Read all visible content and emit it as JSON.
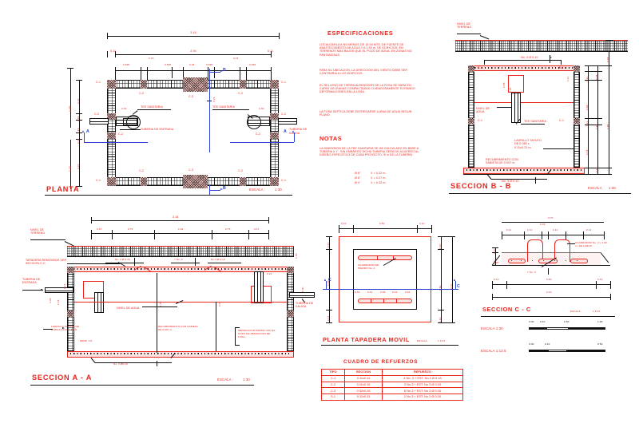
{
  "sheet": {
    "accent_red": "#e8241c",
    "accent_blue": "#2b3fd0",
    "ink": "#111111"
  },
  "specs": {
    "title": "ESPECIFICACIONES",
    "paragraphs": [
      "LOCALIZARLA A NO MENOS DE 15.00 MTS. DE FUENTE DE ABASTECIMIENTO DE AGUA Y A 1.50 m. DE EDIFICIOS; EN TERRENOS MAS BAJOS QUE EL POZO DE AGUA, EN ZONAS NO PANTANOSAS.",
      "PARA SU UBICACION, LA DIRECCION DEL VIENTO DEBE SER CONTRARIA A LOS EDIFICIOS.",
      "EL RELLENO DE TIERRA ALREDEDOR DE LA FOSA SE HARA EN CAPAS DELGADAS COMPACTADAS CUIDADOSAMENTE EVITANDO DEFORMACIONES EN LA LOSA.",
      "LA FOSA SEPTICA DEBE ENTREGARSE LLENA DE AGUA SEGUN PLANO."
    ]
  },
  "notas": {
    "title": "NOTAS",
    "body": "LA DIMENSION DE LA TEE SANITARIA SE HA CALCULADO EN BASE A TUBERIA # 1\". SIN EMBARGO DICHA TUBERIA SERA DE ACUERDO AL DISEÑO ESPECIFICO DE CADA PROYECTO; SI # DE LA TUBERIA:",
    "rows": [
      {
        "diam": "Ø 8\"",
        "eq": "X  =  0.22 m."
      },
      {
        "diam": "Ø 6\"",
        "eq": "X  =  0.27 m."
      },
      {
        "diam": "Ø 4\"",
        "eq": "X  =  0.32 m."
      }
    ]
  },
  "planta": {
    "title": "PLANTA",
    "scale_label": "ESCALA :",
    "scale_value": "1:30",
    "dim_overall_top": "3.16",
    "dim_inner_top": "2.94",
    "dim_end_left": "0.11",
    "dim_end_right": "0.11",
    "dims_top_chain": [
      "0.595",
      "0.15",
      "0.595",
      "0.26",
      "0.595",
      "0.15",
      "0.595"
    ],
    "dims_left_chain": [
      "0.47",
      "0.15",
      "0.23",
      "0.15",
      "0.47"
    ],
    "dim_left_total": "1.69",
    "dim_left_bottom": "1.11",
    "dim_tee_left": "0.30",
    "dim_tee_right": "0.30",
    "dim_inner_b": "0.22",
    "labels": {
      "tee_left": "TEE  SANITARIA",
      "tee_right": "TEE  SANITARIA",
      "pipe_in": "TUBERIA DE ENTRADA",
      "pipe_out": "TUBERIA DE SALIDA",
      "section_a": "A",
      "section_b": "B"
    },
    "column_tags": [
      "C-1",
      "C-2",
      "C-3",
      "C-2",
      "C-1",
      "C-2",
      "C-2",
      "C-2",
      "C-2",
      "C-1",
      "C-3",
      "C-2",
      "C-1"
    ]
  },
  "seccion_bb": {
    "title": "SECCION   B  -  B",
    "scale_label": "ESCALA",
    "scale_value": "1:30",
    "labels": {
      "ground_level": "NIVEL DE TERRENO",
      "water_level": "NIVEL DE AGUA",
      "tee": "TEE  SANITARIA",
      "brick": "LADRILLO TAYUYO DE 0.065 x 0.11x0.23 m.",
      "coating": "RECUBRIMIENTO CON SABIETA DE 0.007 m.",
      "rebar_top": "No. 3 Ø 0.10",
      "rebar_bottom": "No. 3 Ø 0.10"
    },
    "dims_right": [
      "0.45",
      "0.25",
      "0.11",
      "0.68",
      "0.11",
      "0.75",
      "0.11"
    ],
    "dim_mid": "1.65",
    "dim_total": "1.86",
    "dims_inner": [
      "0.08",
      "0.15",
      "0.11"
    ],
    "tags": [
      "S-1",
      "S-1",
      "C-1",
      "C-1"
    ]
  },
  "seccion_aa": {
    "title": "SECCION   A  -  A",
    "scale_label": "ESCALA :",
    "scale_value": "1:30",
    "dim_overall": "3.16",
    "dims_chain": [
      "0.37",
      "0.75",
      "1.02",
      "0.75",
      "0.37"
    ],
    "labels": {
      "ground_level": "NIVEL DE TERRENO",
      "removable_cover": "TAPADERA REMOVIBLE VER SECCION C-C",
      "pipe_in": "TUBERIA DE ENTRADA",
      "pipe_out": "TUBERIA DE SALIDA",
      "water_level": "NIVEL DE AGUA",
      "brick": "LADRILLO TAYUYO DE 0.065x0.11x0.23 MTS.",
      "coating": "RECUBRIMIENTO CON SABIETA DE 0.007 m.",
      "separation": "SEPARACION MINIMA CON EL POZO DE ABSORCION DE 5.00m.",
      "slope": "PEND. 1%",
      "rebar_bottom": "No. 3 Ø0.10",
      "rebar_a": "No. 3 Ø 0.10",
      "rebar_b": "7 No. 3",
      "rebar_c": "No.3 Ø 0.10"
    },
    "dims_left": [
      "0.13",
      "0.08",
      "0.15"
    ],
    "dim_right_drop": "0.45",
    "dim_mid_height": "0.57",
    "dim_tall": "1.20",
    "dim_out": "0.30",
    "dim_small": "0.22"
  },
  "tapadera": {
    "title": "PLANTA  TAPADERA  MOVIL",
    "scale_label": "ESCALA :",
    "scale_value": "1:12.5",
    "dims_top": [
      "0.10",
      "0.50",
      "0.10"
    ],
    "dims_left": [
      "0.17",
      "0.36",
      "0.17"
    ],
    "dims_right": [
      "0.10",
      "0.50",
      "0.10"
    ],
    "dim_right_total": "0.70",
    "dims_inner": [
      "0.03",
      "0.12",
      "0.08",
      "0.12",
      "0.04"
    ],
    "label_hook": "AGARRADOR DE HIERRO No. 4",
    "section_mark": "C"
  },
  "seccion_cc": {
    "title": "SECCION   C  -  C",
    "scale_label": "ESCALA :",
    "scale_value": "1:12.5",
    "dims_top": [
      "0.11",
      "0.12",
      "0.03",
      "0.12",
      "0.12"
    ],
    "dim_top_small": "0.03",
    "dims_bottom": [
      "0.10",
      "0.50",
      "0.10"
    ],
    "dim_overall_bottom": "0.70",
    "dim_overall_top": "0.70",
    "dims_left": [
      "0.10",
      "0.40"
    ],
    "angle": "45°",
    "label_hook": "AGARRADOR No. 4 x 1.00 m. DE LARGO",
    "label_rebar": "7 No. 3"
  },
  "scale_bars": [
    {
      "label": "ESCALA  1:30",
      "ticks": [
        "0.00",
        "0.10",
        "0.50",
        "1.00"
      ]
    },
    {
      "label": "ESCALA  1:12.5",
      "ticks": [
        "0.00",
        "0.10",
        "0.50"
      ]
    }
  ],
  "cuadro": {
    "title": "CUADRO  DE  REFUERZOS",
    "headers": [
      "TIPO",
      "SECCION",
      "REFUERZO"
    ],
    "rows": [
      {
        "tipo": "C-1",
        "seccion": "0.11x0.11",
        "refuerzo": "4 No. 3 + EST. No 2 Ø 0.15"
      },
      {
        "tipo": "C-2",
        "seccion": "0.11x0.15",
        "refuerzo": "2 No.3 + EST. No 2 Ø 0.15"
      },
      {
        "tipo": "C-3",
        "seccion": "0.32x0.26",
        "refuerzo": "6 No 3 + EST. No 2 Ø 0.15"
      },
      {
        "tipo": "S-1",
        "seccion": "0.11x0.11",
        "refuerzo": "2 No 3 + EST. No 2 Ø 0.15"
      }
    ]
  }
}
